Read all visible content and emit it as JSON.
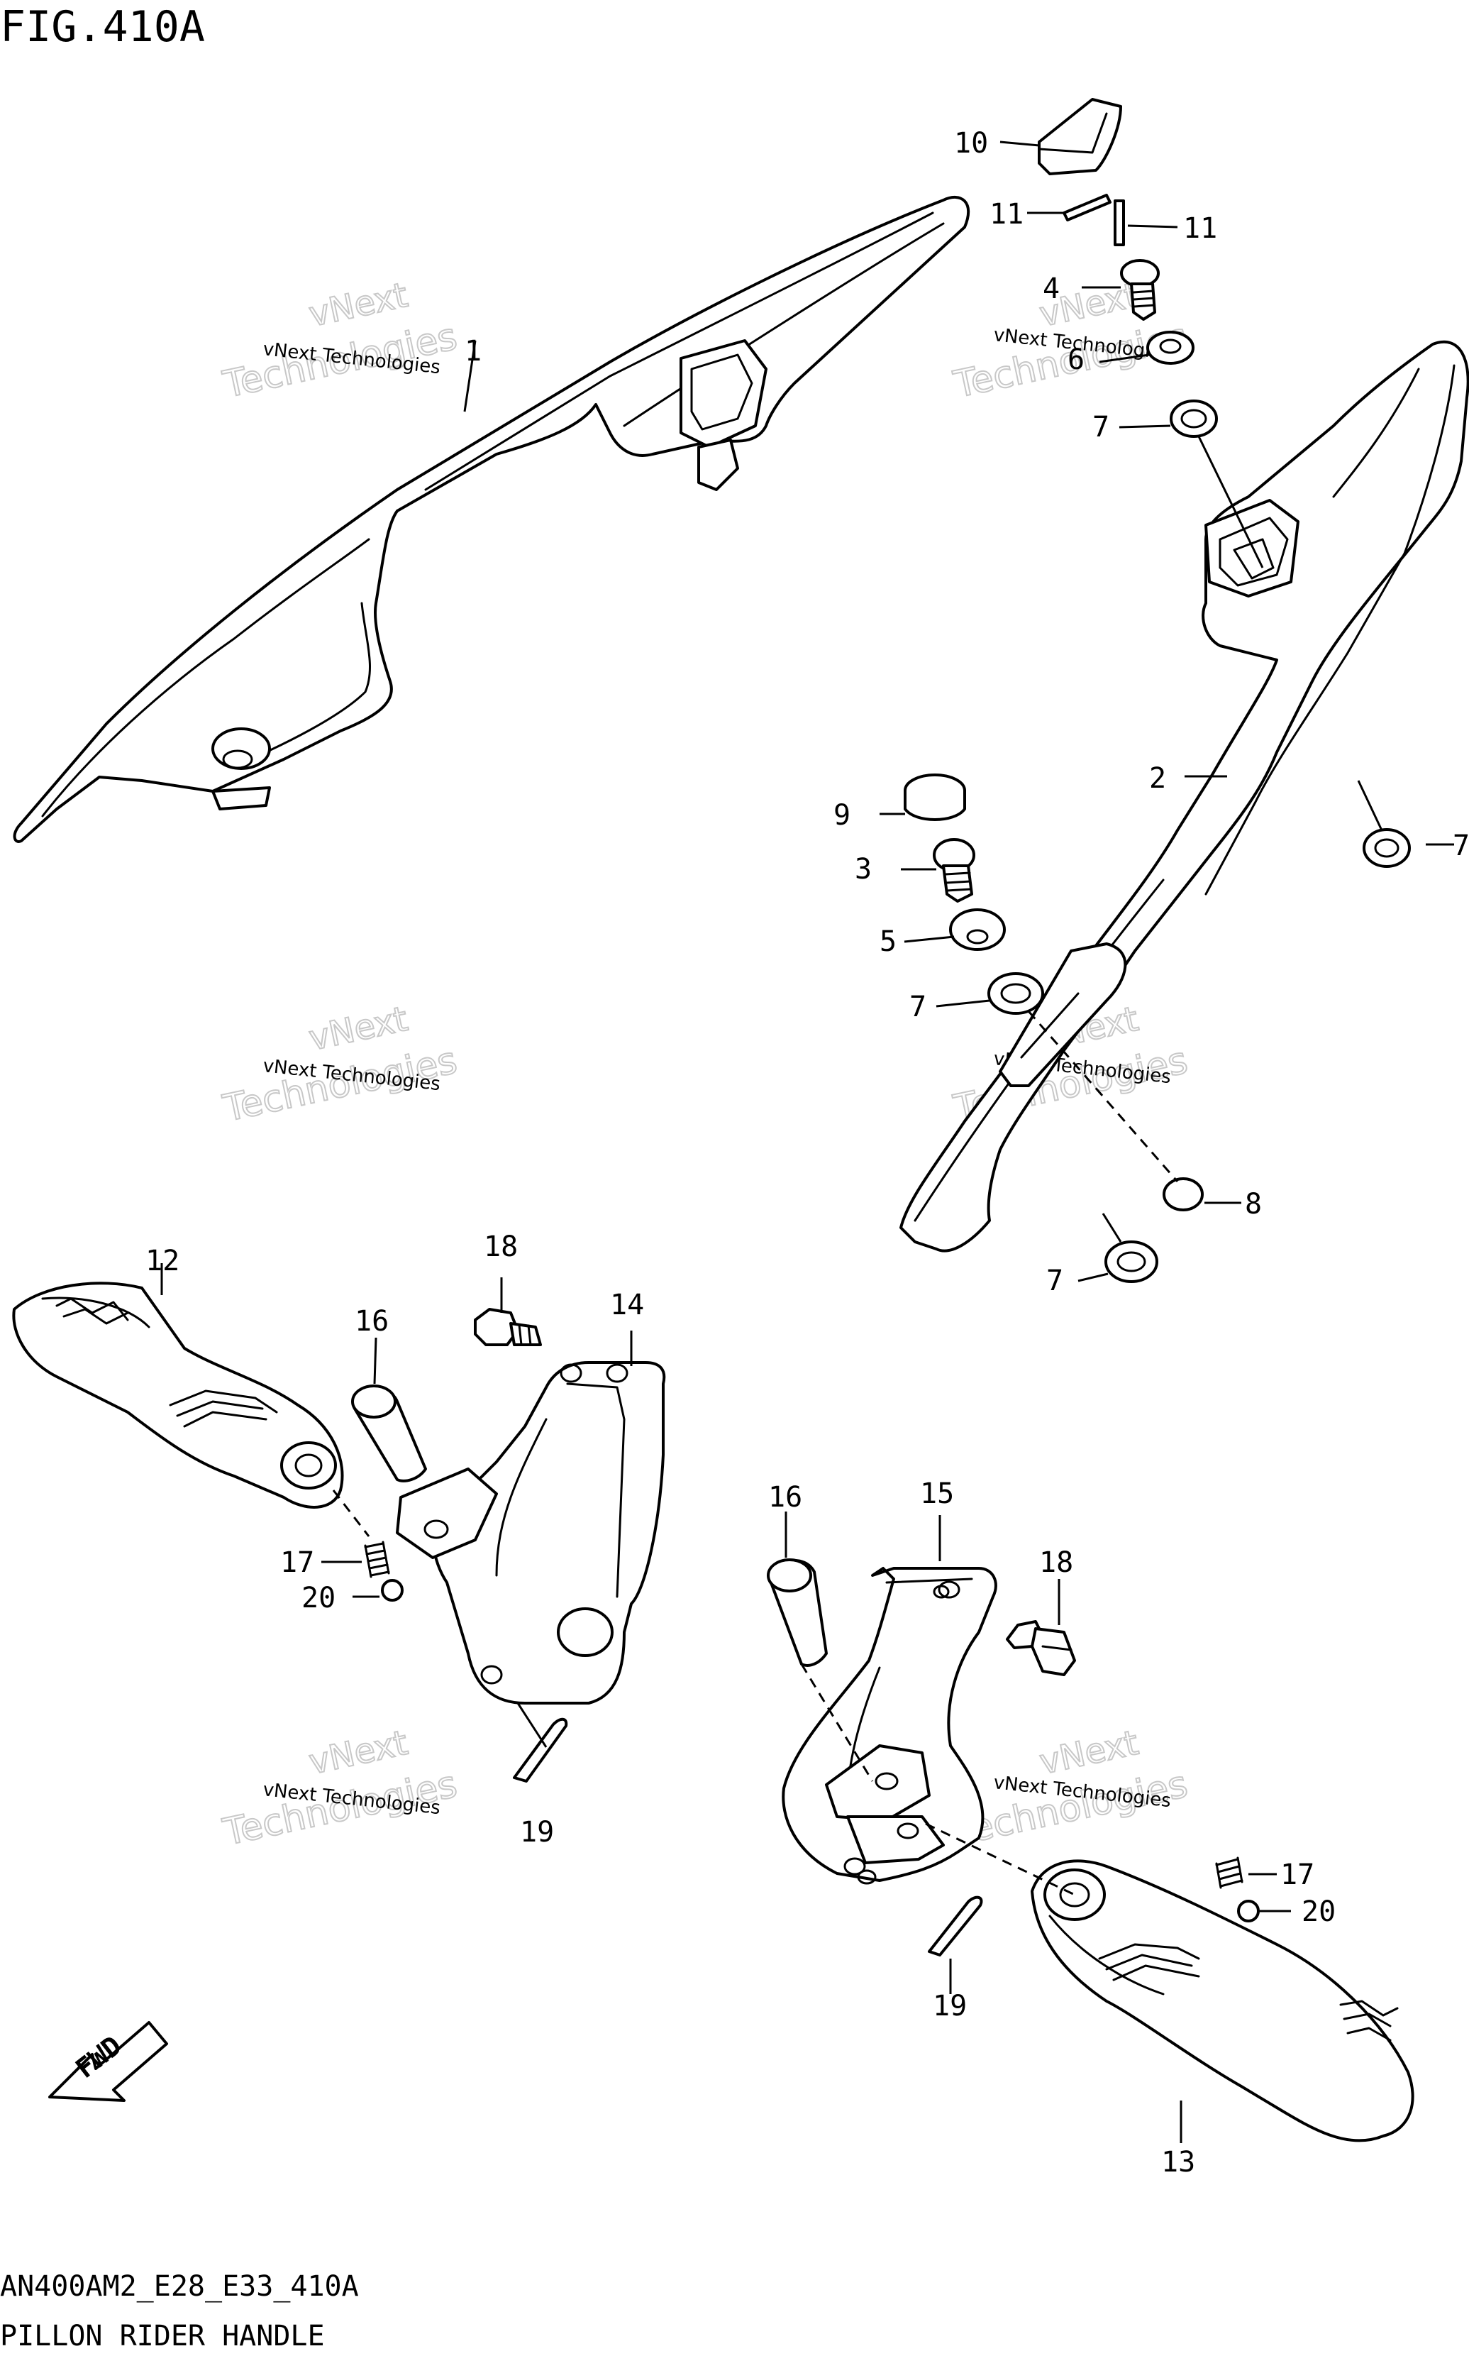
{
  "figure_title": "FIG.410A",
  "footer_code": "AN400AM2_E28_E33_410A",
  "footer_name": "PILLON RIDER HANDLE",
  "watermark_small": "vNext Technologies",
  "watermark_big_top": "vNext",
  "watermark_big_bottom": "Technologies",
  "fwd_label": "FWD",
  "callouts": {
    "c1": "1",
    "c2": "2",
    "c3": "3",
    "c4": "4",
    "c5": "5",
    "c6": "6",
    "c7a": "7",
    "c7b": "7",
    "c7c": "7",
    "c7d": "7",
    "c8": "8",
    "c9": "9",
    "c10": "10",
    "c11a": "11",
    "c11b": "11",
    "c12": "12",
    "c13": "13",
    "c14": "14",
    "c15": "15",
    "c16a": "16",
    "c16b": "16",
    "c17a": "17",
    "c17b": "17",
    "c18a": "18",
    "c18b": "18",
    "c19a": "19",
    "c19b": "19",
    "c20a": "20",
    "c20b": "20"
  }
}
